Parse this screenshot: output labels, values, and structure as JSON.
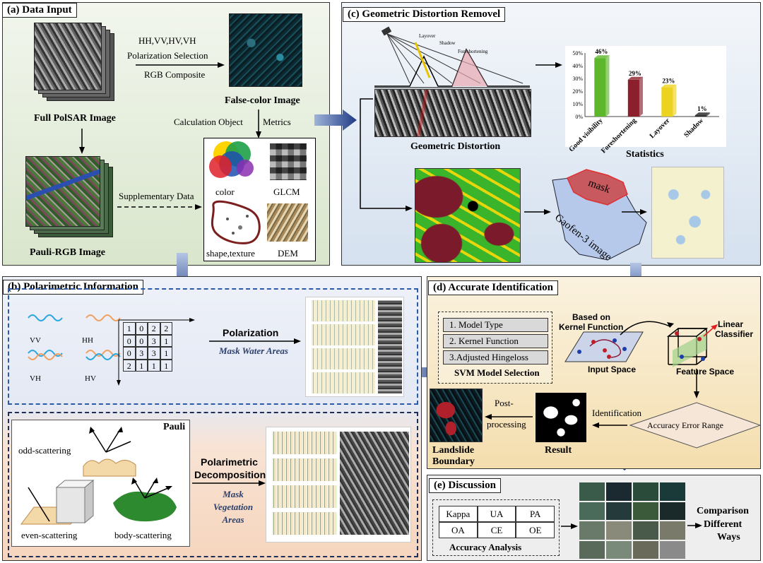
{
  "panel_a": {
    "title": "(a) Data Input",
    "pol_line1": "HH,VV,HV,VH",
    "pol_line2": "Polarization Selection",
    "pol_line3": "RGB Composite",
    "false_color": "False-color Image",
    "full_polsar": "Full PolSAR Image",
    "calc_object": "Calculation Object",
    "metrics": "Metrics",
    "supplementary": "Supplementary Data",
    "pauli_rgb": "Pauli-RGB Image",
    "color": "color",
    "glcm": "GLCM",
    "shape_texture": "shape,texture",
    "dem": "DEM"
  },
  "panel_b": {
    "title": "(b) Polarimetric Information",
    "pol_labels": [
      "VV",
      "HH",
      "VH",
      "HV"
    ],
    "matrix": [
      [
        "1",
        "0",
        "2",
        "2"
      ],
      [
        "0",
        "0",
        "3",
        "1"
      ],
      [
        "0",
        "3",
        "3",
        "1"
      ],
      [
        "2",
        "1",
        "1",
        "1"
      ]
    ],
    "polarization": "Polarization",
    "mask_water": "Mask Water Areas",
    "pauli": "Pauli",
    "odd": "odd-scattering",
    "even": "even-scattering",
    "body": "body-scattering",
    "decomp1": "Polarimetric",
    "decomp2": "Decomposition",
    "mask_veg1": "Mask",
    "mask_veg2": "Vegetation",
    "mask_veg3": "Areas"
  },
  "panel_c": {
    "title": "(c) Geometric Distortion Removel",
    "geo_distortion": "Geometric Distortion",
    "layover_small": "Layover",
    "shadow_small": "Shadow",
    "foreshort_small": "Foreshortening",
    "statistics": "Statistics",
    "mask": "mask",
    "gaofen": "Gaofen-3 image"
  },
  "panel_d": {
    "title": "(d) Accurate Identification",
    "svm_items": [
      "1.   Model Type",
      "2.   Kernel Function",
      "3.Adjusted Hingeloss"
    ],
    "svm_selection": "SVM Model Selection",
    "based_on": "Based on",
    "kernel_function": "Kernel Function",
    "linear": "Linear",
    "classifier": "Classifier",
    "input_space": "Input Space",
    "feature_space": "Feature Space",
    "identification": "Identification",
    "accuracy_range": "Accuracy Error Range",
    "post": "Post-",
    "processing": "processing",
    "result": "Result",
    "landslide1": "Landslide",
    "landslide2": "Boundary"
  },
  "panel_e": {
    "title": "(e) Discussion",
    "metrics": [
      [
        "Kappa",
        "UA",
        "PA"
      ],
      [
        "OA",
        "CE",
        "OE"
      ]
    ],
    "accuracy_analysis": "Accuracy Analysis",
    "comparison1": "Comparison",
    "comparison2": "Different",
    "comparison3": "Ways"
  },
  "chart_data": {
    "type": "bar",
    "categories": [
      "Good visibility",
      "Foreshortening",
      "Layover",
      "Shadow"
    ],
    "values": [
      46,
      29,
      23,
      1
    ],
    "value_labels": [
      "46%",
      "29%",
      "23%",
      "1%"
    ],
    "ylim": [
      0,
      50
    ],
    "yticks": [
      "0%",
      "10%",
      "20%",
      "30%",
      "40%",
      "50%"
    ],
    "colors": [
      "#5cb82a",
      "#8b1f2c",
      "#ecd31f",
      "#222222"
    ],
    "title": "Statistics"
  },
  "colors": {
    "panel_a_bg": "#e3ecd8",
    "panel_c_bg": "#dbe6f3",
    "panel_b_top_bg": "#e9eef7",
    "panel_b_bottom_bg": "#f7ddc8",
    "panel_d_bg": "#f8eccc",
    "panel_e_bg": "#efefef",
    "arrow_blue": "#1f3a86"
  }
}
